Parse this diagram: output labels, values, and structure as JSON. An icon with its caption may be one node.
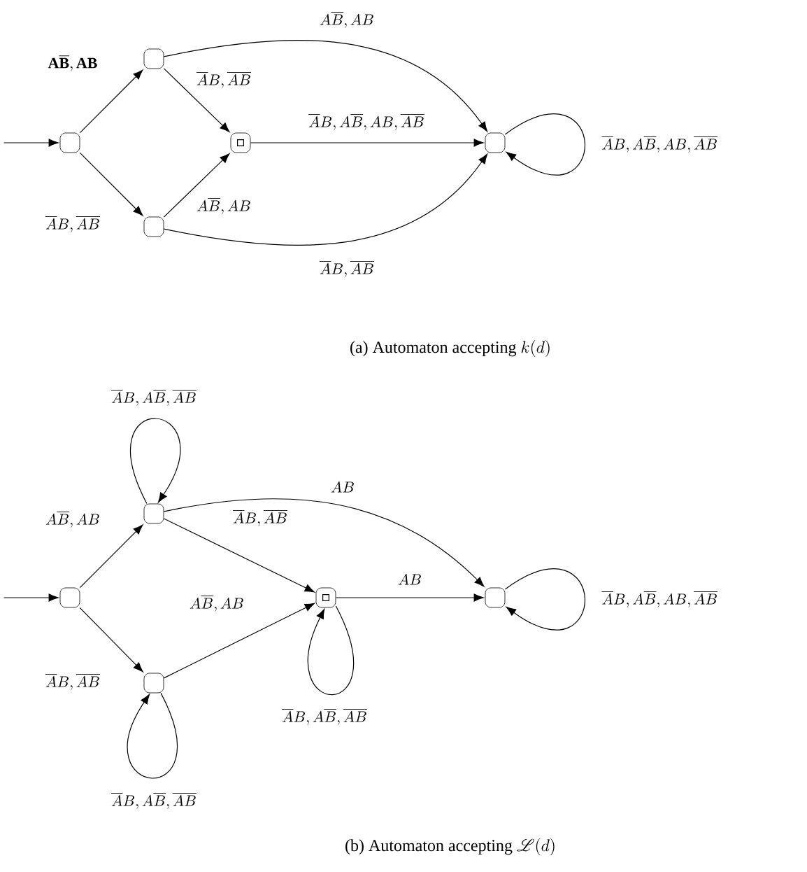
{
  "diagram": {
    "nodes": [
      {
        "text": [],
        "shape": "box"
      },
      {
        "text": [],
        "shape": "box"
      },
      {
        "text": [],
        "shape": "box"
      },
      {
        "text": [],
        "shape": "target"
      },
      {
        "text": [],
        "shape": "box"
      },
      {
        "text": [],
        "shape": "box"
      },
      {
        "text": [],
        "shape": "box"
      },
      {
        "text": [],
        "shape": "box"
      },
      {
        "text": [],
        "shape": "target"
      },
      {
        "text": [],
        "shape": "box"
      }
    ],
    "edges": [
      {
        "from": null,
        "to": 0,
        "arrow": "to"
      },
      {
        "from": 0,
        "to": 1,
        "arrow": "to",
        "label": "\\mathbf{A\\overline{B}}, \\mathbf{AB}"
      },
      {
        "from": 0,
        "to": 2,
        "arrow": "to",
        "label": "\\overline{A}B, \\overline{AB}"
      },
      {
        "from": 1,
        "to": 3,
        "arrow": "to",
        "label": "\\overline{A}B, \\overline{AB}"
      },
      {
        "from": 2,
        "to": 3,
        "arrow": "to",
        "label": "A\\overline{B}, AB"
      },
      {
        "from": 1,
        "to": 4,
        "arrow": "to",
        "label": "A\\overline{B}, AB"
      },
      {
        "from": 3,
        "to": 4,
        "arrow": "to",
        "label": "\\overline{A}B, A\\overline{B}, AB, \\overline{AB}"
      },
      {
        "from": 2,
        "to": 4,
        "arrow": "to",
        "label": "\\overline{A}B, \\overline{AB}"
      },
      {
        "from": 4,
        "to": 4,
        "arrow": "to",
        "label": "\\overline{A}B, A\\overline{B}, AB, \\overline{AB}"
      },
      {
        "from": null,
        "to": 5,
        "arrow": "to"
      },
      {
        "from": 5,
        "to": 6,
        "arrow": "to",
        "label": "A\\overline{B}, AB"
      },
      {
        "from": 5,
        "to": 7,
        "arrow": "to",
        "label": "\\overline{A}B, \\overline{AB}"
      },
      {
        "from": 6,
        "to": 6,
        "arrow": "to",
        "label": "\\overline{A}B, A\\overline{B}, \\overline{AB}"
      },
      {
        "from": 6,
        "to": 8,
        "arrow": "to",
        "label": "\\overline{A}B, \\overline{AB}"
      },
      {
        "from": 6,
        "to": 9,
        "arrow": "to",
        "label": "AB"
      },
      {
        "from": 7,
        "to": 8,
        "arrow": "to",
        "label": "A\\overline{B}, AB"
      },
      {
        "from": 7,
        "to": 7,
        "arrow": "to",
        "label": "\\overline{A}B, A\\overline{B}, \\overline{AB}"
      },
      {
        "from": 8,
        "to": 8,
        "arrow": "to",
        "label": "\\overline{A}B, A\\overline{B}, \\overline{AB}"
      },
      {
        "from": 8,
        "to": 9,
        "arrow": "to",
        "label": "AB"
      },
      {
        "from": 9,
        "to": 9,
        "arrow": "to",
        "label": "\\overline{A}B, A\\overline{B}, AB, \\overline{AB}"
      }
    ],
    "labels": [
      "\\text{(a) Automaton accepting } k(d)",
      "\\text{(b) Automaton accepting } \\mathscr{L}(d)"
    ]
  }
}
